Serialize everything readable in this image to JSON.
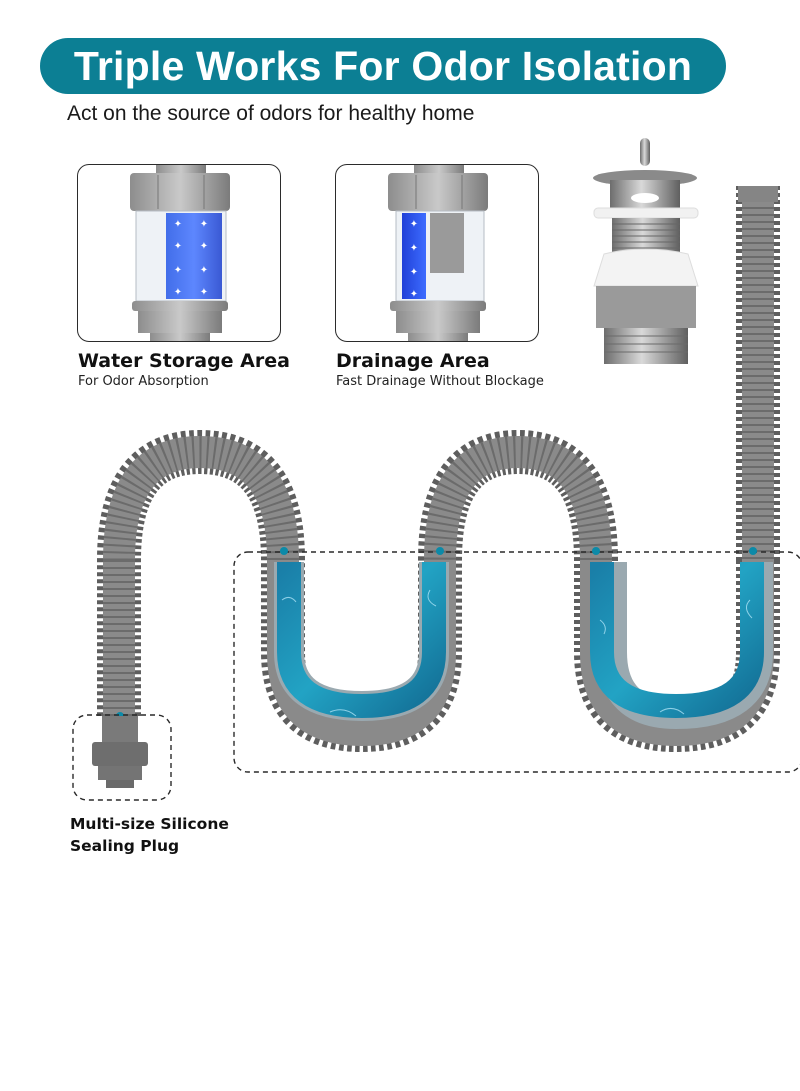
{
  "header": {
    "title": "Triple Works For Odor Isolation",
    "subtitle": "Act on the source of odors for healthy home",
    "banner_color": "#0c7f94"
  },
  "features": [
    {
      "title": "Water Storage Area",
      "subtitle": "For Odor Absorption",
      "icon": "water-storage-trap-icon"
    },
    {
      "title": "Drainage Area",
      "subtitle": "Fast Drainage Without Blockage",
      "icon": "drainage-trap-icon"
    }
  ],
  "components": {
    "drain_stopper": "pop-up-drain-stopper",
    "hose": "corrugated-drain-hose",
    "water_seal": "double-u-water-seal",
    "plug_label_line1": "Multi-size Silicone",
    "plug_label_line2": "Sealing Plug"
  },
  "colors": {
    "accent": "#0c7f94",
    "water": "#1a90b0",
    "hose_gray": "#7a7a7a",
    "storage_blue": "#2f55e0"
  }
}
